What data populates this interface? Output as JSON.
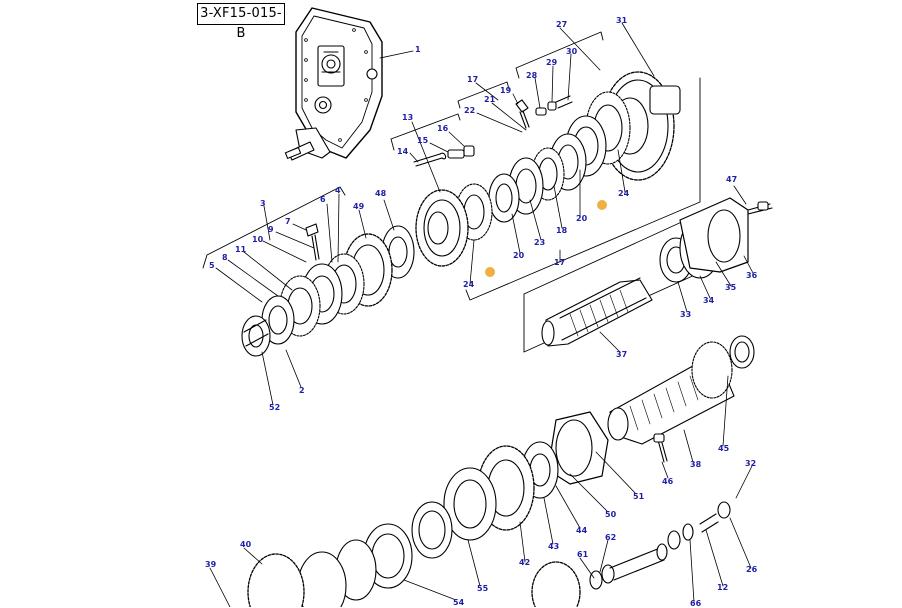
{
  "drawing": {
    "code": "3-XF15-015-B",
    "colors": {
      "callout": "#1f1fa6",
      "line": "#000000",
      "marker": "#f0b040",
      "paper": "#ffffff"
    },
    "callouts": [
      "1",
      "2",
      "3",
      "4",
      "5",
      "6",
      "7",
      "8",
      "9",
      "10",
      "11",
      "12",
      "13",
      "14",
      "15",
      "16",
      "17",
      "17",
      "18",
      "19",
      "20",
      "20",
      "21",
      "22",
      "23",
      "24",
      "24",
      "26",
      "27",
      "28",
      "29",
      "30",
      "31",
      "32",
      "33",
      "34",
      "35",
      "36",
      "37",
      "38",
      "39",
      "40",
      "42",
      "43",
      "44",
      "45",
      "46",
      "47",
      "48",
      "49",
      "50",
      "51",
      "52",
      "54",
      "55",
      "61",
      "62",
      "66"
    ],
    "markers": [
      "25",
      "25"
    ]
  }
}
